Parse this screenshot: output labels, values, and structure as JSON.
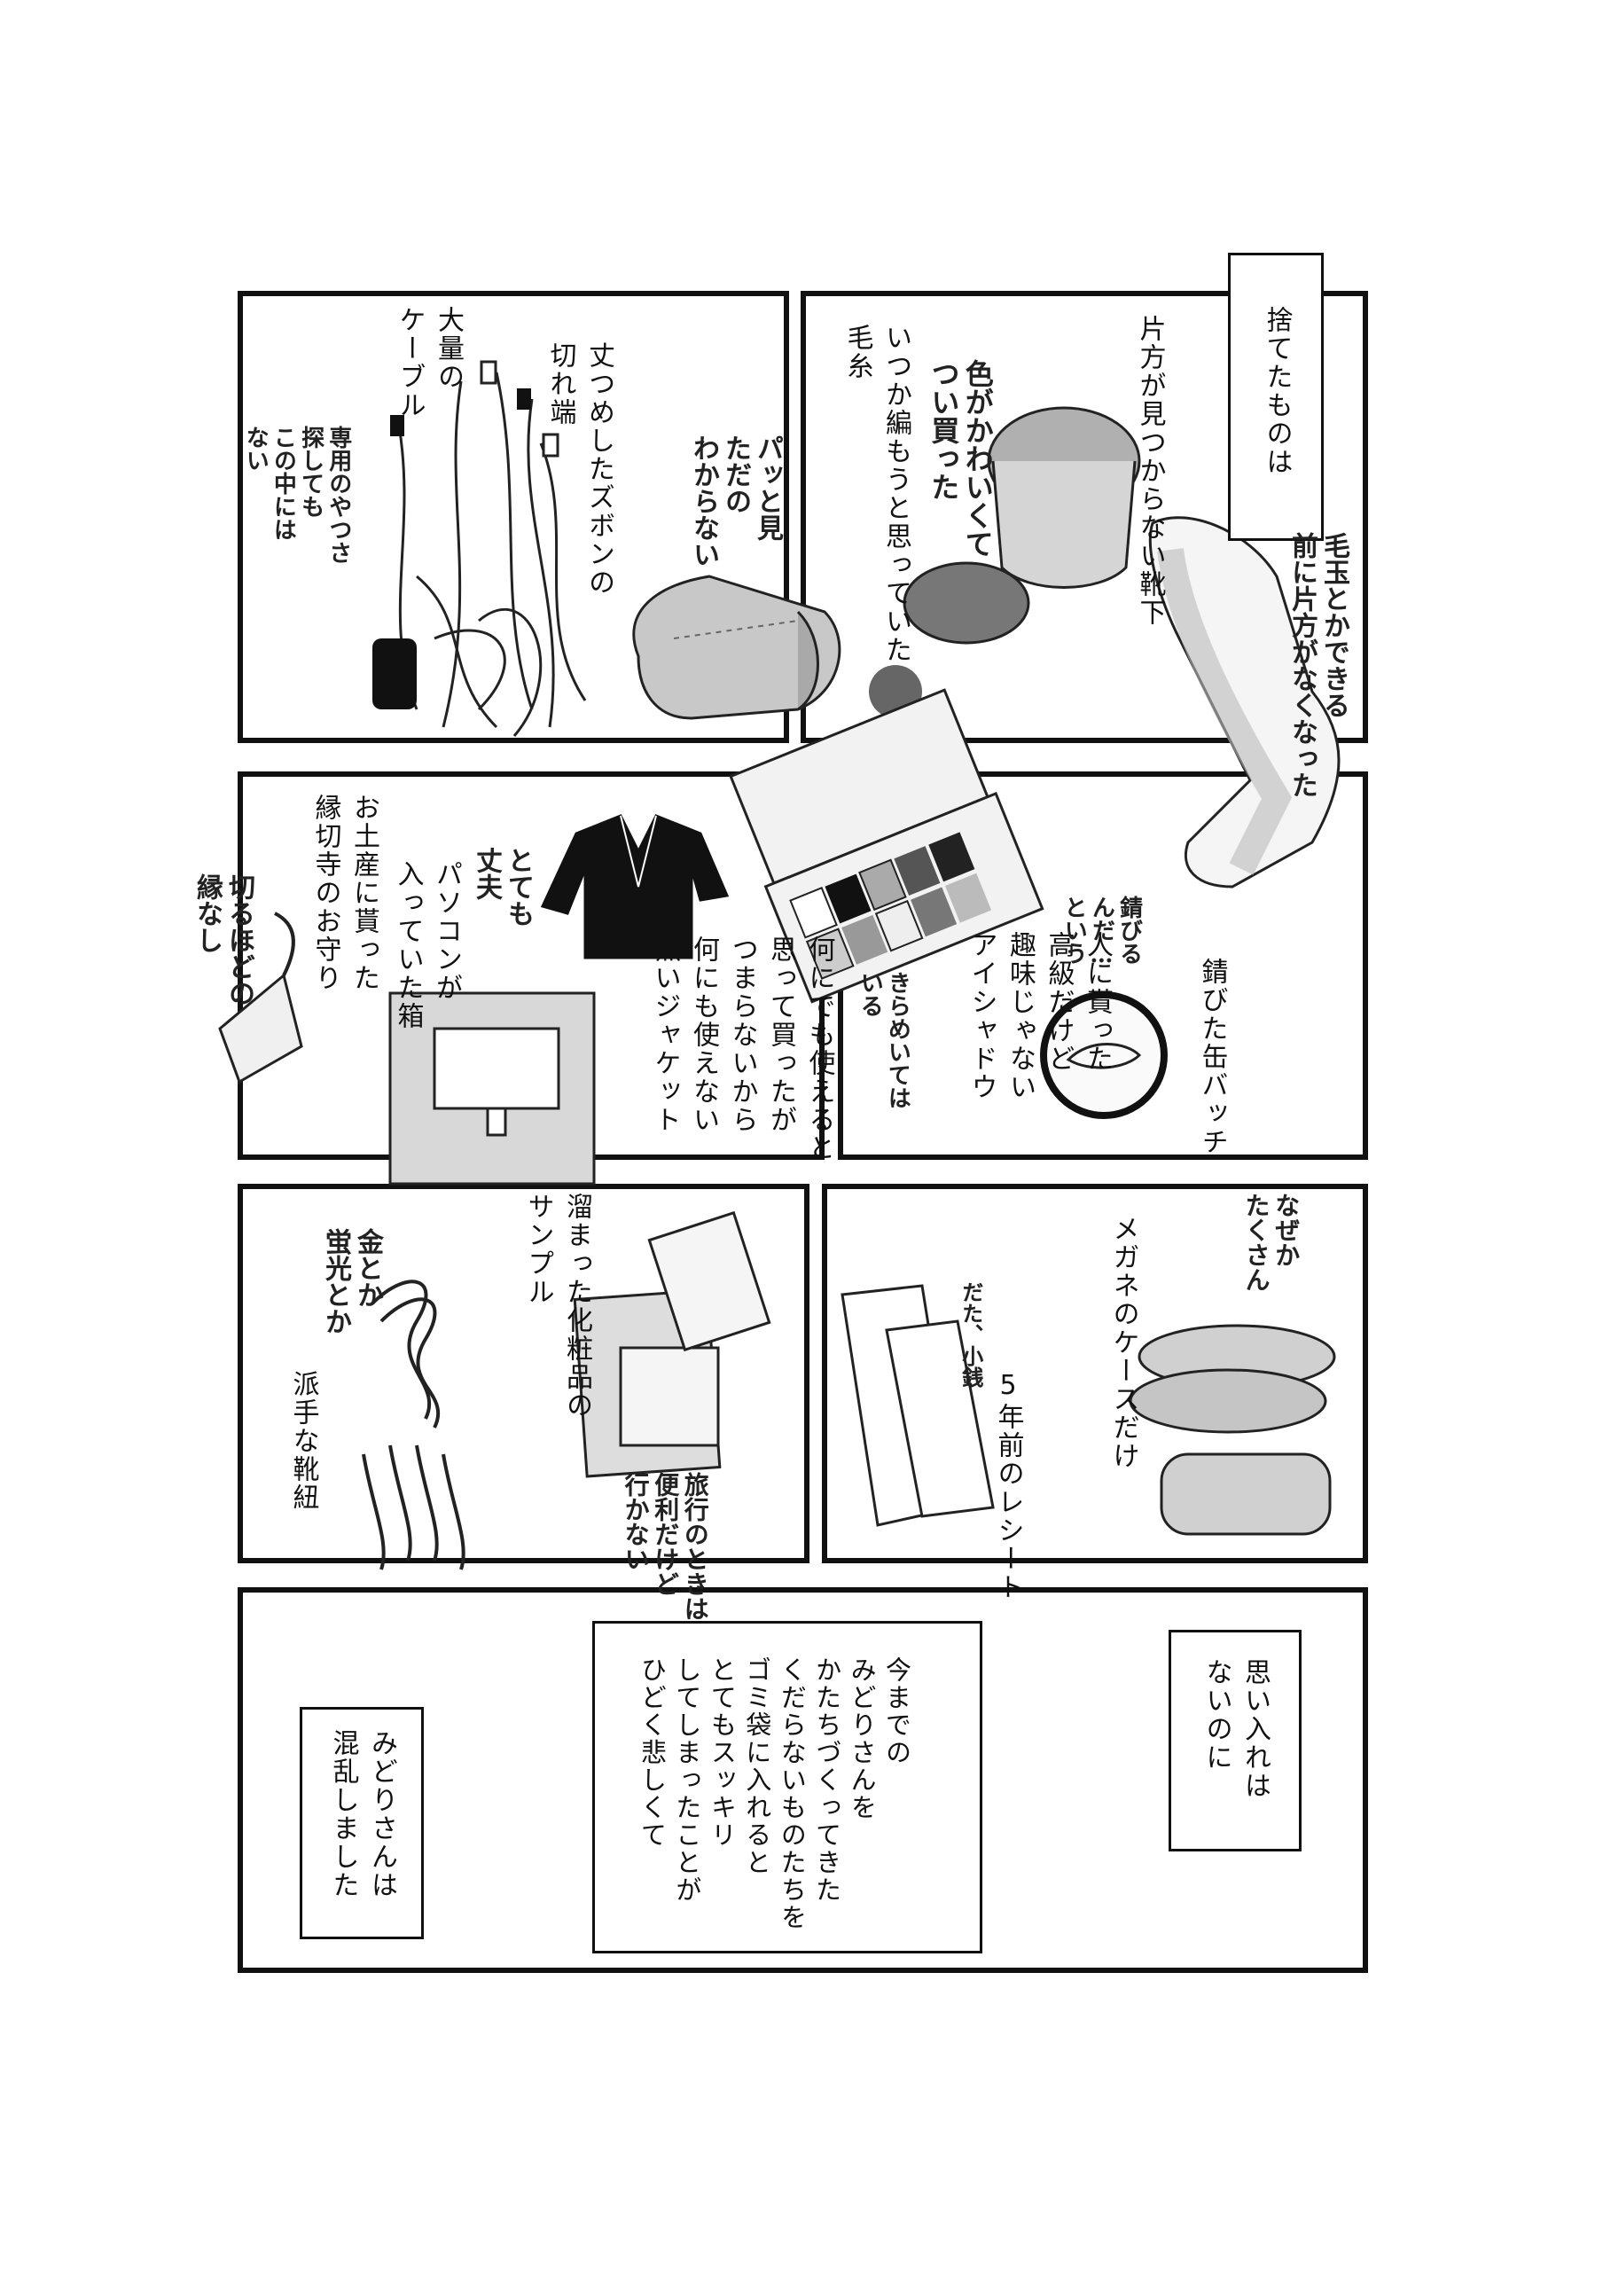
{
  "narration": {
    "intro": "捨てたものは",
    "socks": "片方が見つからない靴下",
    "yarn": "いつか編もうと思っていた\n毛糸",
    "cables": "大量の\nケーブル",
    "pants": "丈つめしたズボンの\n切れ端",
    "omamori": "お土産に貰った\n縁切寺のお守り",
    "pc_box": "パソコンが\n入っていた箱",
    "jacket": "何にでも使えると\n思って買ったが\nつまらないから\n何にも使えない\n黒いジャケット",
    "eyeshadow": "人に貰った\n高級だけど\n趣味じゃない\nアイシャドウ",
    "badge": "錆びた缶バッチ",
    "samples": "溜まった化粧品の\nサンプル",
    "shoelaces": "派手な靴紐",
    "glasses": "メガネのケースだけ",
    "receipts": "5年前のレシート",
    "no_attachment": "思い入れは\nないのに",
    "sad": "今までの\nみどりさんを\nかたちづくってきた\nくだらないものたちを\nゴミ袋に入れると\nとてもスッキリ\nしてしまったことが\nひどく悲しくて",
    "confused": "みどりさんは\n混乱しました"
  },
  "handwriting": {
    "yarn_note": "色がかわいくて\nつい買った",
    "socks_note": "毛玉とかできる\n前に片方がなくなった",
    "cables_note": "専用のやつさ\n探しても\nこの中には\nない",
    "pants_note": "パッと見\nただの\nわからない",
    "omamori_note": "切るほどの\n縁なし",
    "jacket_note": "とても\n丈夫",
    "badge_note": "錆びる\nんだ…\nという",
    "eyeshadow_note": "きらめいては\nいる",
    "shoelaces_note": "金とか\n蛍光とか",
    "samples_note": "旅行のときは\n便利だけど\n行かない",
    "receipts_note": "だた、小銭",
    "glasses_note": "なぜか\nたくさん"
  }
}
